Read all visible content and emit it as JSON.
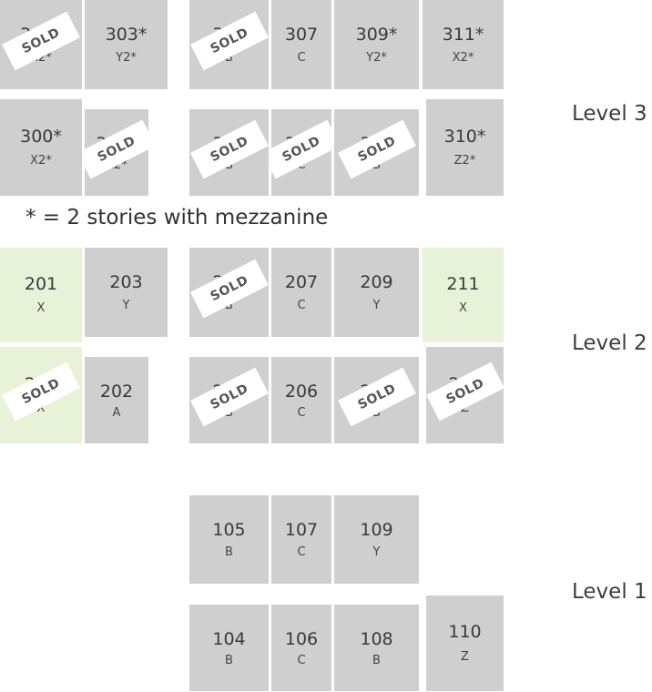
{
  "note": "* = 2 stories with mezzanine",
  "sold_label": "SOLD",
  "levels": [
    {
      "label": "Level 3"
    },
    {
      "label": "Level 2"
    },
    {
      "label": "Level 1"
    }
  ],
  "units": {
    "u301": {
      "number": "301*",
      "type": "X2*",
      "sold": true
    },
    "u303": {
      "number": "303*",
      "type": "Y2*",
      "sold": false
    },
    "u305": {
      "number": "305",
      "type": "B",
      "sold": true
    },
    "u307": {
      "number": "307",
      "type": "C",
      "sold": false
    },
    "u309": {
      "number": "309*",
      "type": "Y2*",
      "sold": false
    },
    "u311": {
      "number": "311*",
      "type": "X2*",
      "sold": false
    },
    "u300": {
      "number": "300*",
      "type": "X2*",
      "sold": false
    },
    "u302": {
      "number": "302*",
      "type": "A2*",
      "sold": true
    },
    "u304": {
      "number": "304",
      "type": "B",
      "sold": true
    },
    "u306": {
      "number": "306",
      "type": "C",
      "sold": true
    },
    "u308": {
      "number": "308",
      "type": "B",
      "sold": true
    },
    "u310": {
      "number": "310*",
      "type": "Z2*",
      "sold": false
    },
    "u201": {
      "number": "201",
      "type": "X",
      "sold": false
    },
    "u203": {
      "number": "203",
      "type": "Y",
      "sold": false
    },
    "u205": {
      "number": "205",
      "type": "B",
      "sold": true
    },
    "u207": {
      "number": "207",
      "type": "C",
      "sold": false
    },
    "u209": {
      "number": "209",
      "type": "Y",
      "sold": false
    },
    "u211": {
      "number": "211",
      "type": "X",
      "sold": false
    },
    "u200": {
      "number": "200",
      "type": "X",
      "sold": true
    },
    "u202": {
      "number": "202",
      "type": "A",
      "sold": false
    },
    "u204": {
      "number": "204",
      "type": "B",
      "sold": true
    },
    "u206": {
      "number": "206",
      "type": "C",
      "sold": false
    },
    "u208": {
      "number": "208",
      "type": "B",
      "sold": true
    },
    "u210": {
      "number": "210",
      "type": "Z",
      "sold": true
    },
    "u105": {
      "number": "105",
      "type": "B",
      "sold": false
    },
    "u107": {
      "number": "107",
      "type": "C",
      "sold": false
    },
    "u109": {
      "number": "109",
      "type": "Y",
      "sold": false
    },
    "u104": {
      "number": "104",
      "type": "B",
      "sold": false
    },
    "u106": {
      "number": "106",
      "type": "C",
      "sold": false
    },
    "u108": {
      "number": "108",
      "type": "B",
      "sold": false
    },
    "u110": {
      "number": "110",
      "type": "Z",
      "sold": false
    }
  }
}
